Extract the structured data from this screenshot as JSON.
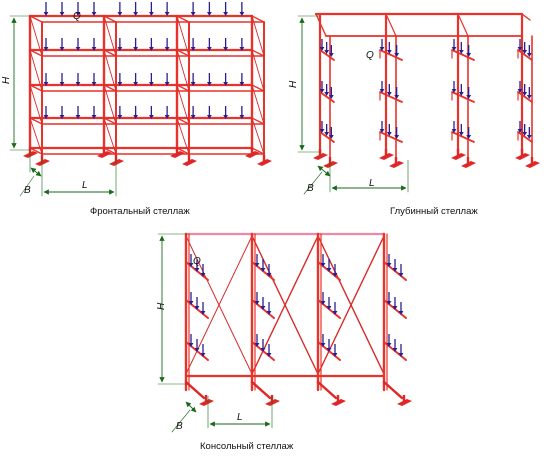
{
  "diagrams": [
    {
      "caption": "Фронтальный стеллаж",
      "labels": {
        "q": "Q",
        "h": "H",
        "l": "L",
        "b": "B"
      }
    },
    {
      "caption": "Глубинный стеллаж",
      "labels": {
        "q": "Q",
        "h": "H",
        "l": "L",
        "b": "B"
      }
    },
    {
      "caption": "Консольный стеллаж",
      "labels": {
        "q": "Q",
        "h": "H",
        "l": "L",
        "b": "B"
      }
    }
  ],
  "colors": {
    "frame": "#e8322a",
    "beam": "#e8322a",
    "brace": "#d92a2a",
    "top_beam": "#ec8aa6",
    "load_arrow": "#2a1f8f",
    "base": "#e02626",
    "dimension": "#1a6a1a",
    "text": "#111111"
  },
  "icons": [
    "load-arrow-icon",
    "base-plate-icon",
    "dimension-arrow-icon"
  ]
}
